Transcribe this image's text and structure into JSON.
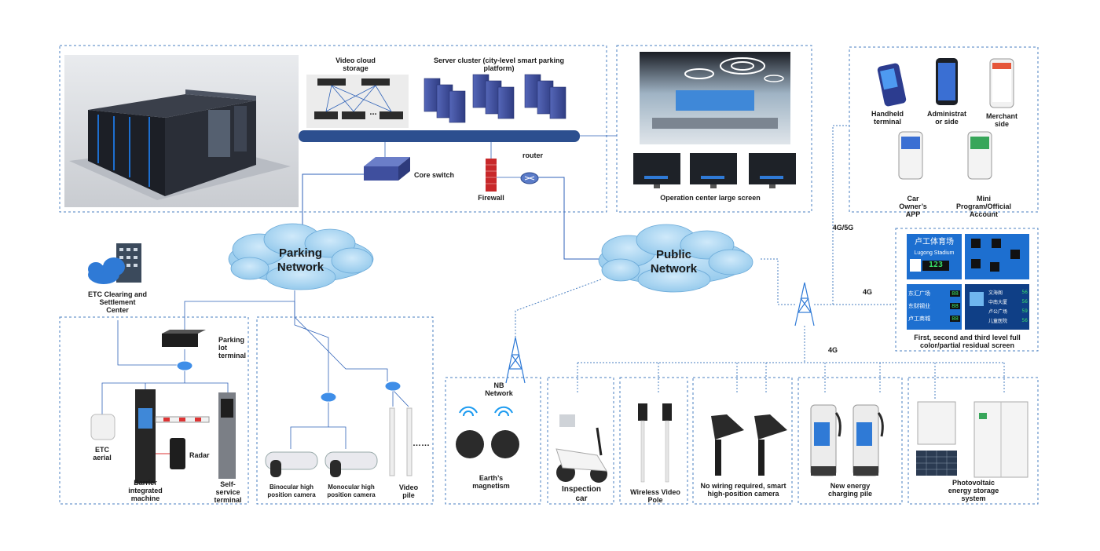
{
  "colors": {
    "dash_border": "#4a7fc1",
    "link_line": "#2f62b8",
    "cloud_fill": "#a9d4f0",
    "backbone": "#2c4f8f",
    "server": "#3d4f9a",
    "tower": "#2f7ad6",
    "sign_blue": "#1d6fd0"
  },
  "datacenter": {
    "video_cloud_storage": "Video cloud storage",
    "server_cluster": "Server cluster (city-level smart parking platform)",
    "core_switch": "Core switch",
    "firewall": "Firewall",
    "router": "router",
    "storage_ellipsis": "..."
  },
  "operation_center": {
    "label": "Operation center large screen"
  },
  "terminals": {
    "handheld": "Handheld terminal",
    "administrator": "Administrat or side",
    "merchant": "Merchant side",
    "car_owner": "Car Owner’s APP",
    "mini_program": "Mini Program/Official Account"
  },
  "networks": {
    "parking_network": "Parking Network",
    "public_network": "Public Network",
    "nb_network": "NB Network",
    "link_4g5g": "4G/5G",
    "link_4g_a": "4G",
    "link_4g_b": "4G"
  },
  "guidance_screen": {
    "label": "First, second and third level full color/partial residual screen",
    "sign1_title": "卢工体育场",
    "sign1_sub": "Lugong Stadium",
    "sign1_count": "123",
    "sign3_rows": [
      {
        "name": "东汇广场",
        "num": "88"
      },
      {
        "name": "东财钢业",
        "num": "88"
      },
      {
        "name": "卢工商城",
        "num": "88"
      }
    ],
    "sign4_rows": [
      {
        "name": "文海阁",
        "num": "56"
      },
      {
        "name": "中南大厦",
        "num": "56"
      },
      {
        "name": "卢公广场",
        "num": "59"
      },
      {
        "name": "儿童医院",
        "num": "56"
      }
    ]
  },
  "etc": {
    "center": "ETC Clearing and Settlement Center",
    "aerial": "ETC aerial"
  },
  "parking_lot": {
    "terminal": "Parking lot terminal",
    "barrier": "Barrier integrated machine",
    "radar": "Radar",
    "self_service": "Self-service terminal"
  },
  "roadside": {
    "binocular": "Binocular high position camera",
    "monocular": "Monocular high position camera",
    "video_pile": "Video pile",
    "ellipsis": "……"
  },
  "devices": {
    "earth_magnetism": "Earth’s magnetism",
    "inspection_car": "Inspection car",
    "wireless_pole": "Wireless Video Pole",
    "no_wiring_camera": "No wiring required, smart high-position camera",
    "charging_pile": "New energy charging pile",
    "pv_storage": "Photovoltaic energy storage system"
  }
}
